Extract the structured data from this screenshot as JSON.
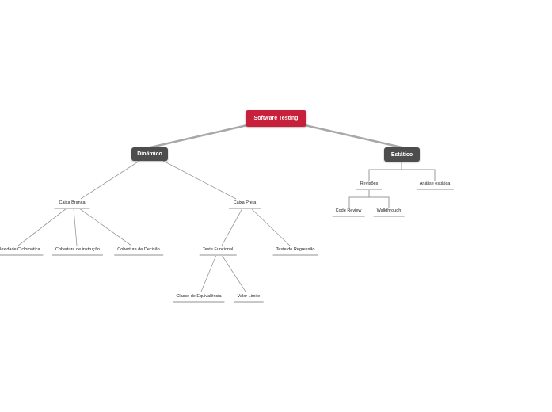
{
  "root": {
    "label": "Software Testing",
    "color": "#c8203a"
  },
  "branches": {
    "dinamico": {
      "label": "Dinâmico",
      "caixa_branca": {
        "label": "Caixa Branca",
        "children": [
          "Complexidade Ciclomática",
          "Cobertura de instrução",
          "Cobertura de Decisão"
        ]
      },
      "caixa_preta": {
        "label": "Caixa Preta",
        "teste_funcional": {
          "label": "Teste Funcional",
          "children": [
            "Classe de Equivalência",
            "Valor Limite"
          ]
        },
        "teste_regressao": "Teste de Regressão"
      }
    },
    "estatico": {
      "label": "Estático",
      "revisoes": {
        "label": "Revisões",
        "children": [
          "Code Review",
          "Walkthrough"
        ]
      },
      "analise": "Análise estática"
    }
  }
}
